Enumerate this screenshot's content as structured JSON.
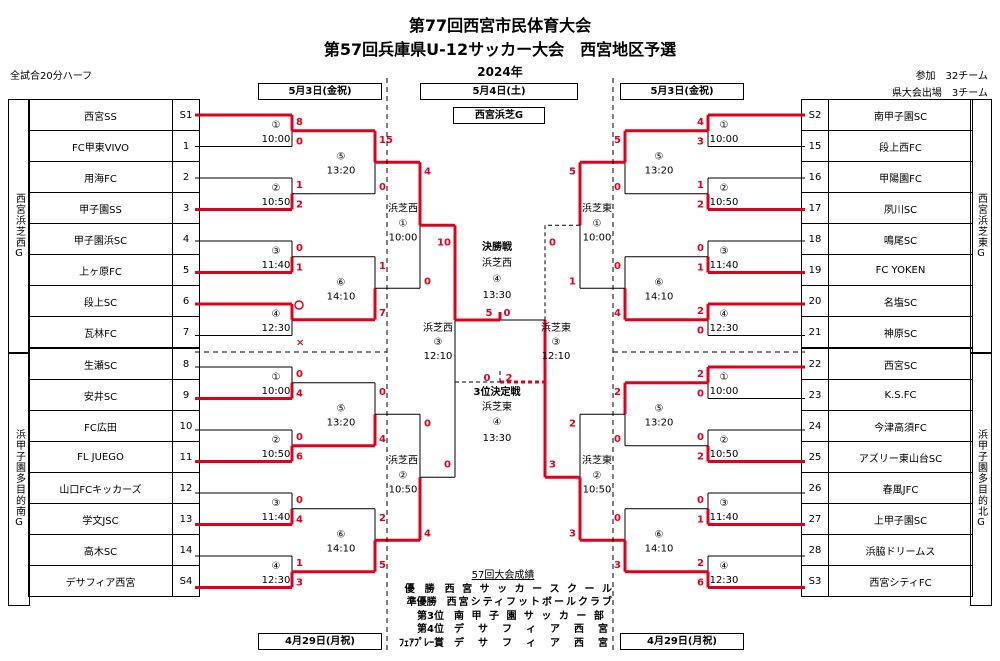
{
  "header": {
    "title1": "第77回西宮市民体育大会",
    "title2": "第57回兵庫県U-12サッカー大会　西宮地区予選",
    "year": "2024年",
    "note_left": "全試合20分ハーフ",
    "note_right1": "参加　32チーム",
    "note_right2": "県大会出場　3チーム"
  },
  "dates": {
    "top_left": "5月3日(金祝)",
    "top_center": "5月4日(土)",
    "top_right": "5月3日(金祝)",
    "bottom_left": "4月29日(月祝)",
    "bottom_right": "4月29日(月祝)"
  },
  "venue_box": "西宮浜芝G",
  "groups": {
    "left_top": "西宮浜芝西G",
    "left_bottom": "浜甲子園多目的南G",
    "right_top": "西宮浜芝東G",
    "right_bottom": "浜甲子園多目的北G"
  },
  "left_teams": [
    {
      "name": "西宮SS",
      "seed": "S1"
    },
    {
      "name": "FC甲東VIVO",
      "seed": "1"
    },
    {
      "name": "用海FC",
      "seed": "2"
    },
    {
      "name": "甲子園SS",
      "seed": "3"
    },
    {
      "name": "甲子園浜SC",
      "seed": "4"
    },
    {
      "name": "上ヶ原FC",
      "seed": "5"
    },
    {
      "name": "段上SC",
      "seed": "6"
    },
    {
      "name": "瓦林FC",
      "seed": "7"
    },
    {
      "name": "生瀬SC",
      "seed": "8"
    },
    {
      "name": "安井SC",
      "seed": "9"
    },
    {
      "name": "FC広田",
      "seed": "10"
    },
    {
      "name": "FL JUEGO",
      "seed": "11"
    },
    {
      "name": "山口FCキッカーズ",
      "seed": "12"
    },
    {
      "name": "学文JSC",
      "seed": "13"
    },
    {
      "name": "高木SC",
      "seed": "14"
    },
    {
      "name": "デサフィア西宮",
      "seed": "S4"
    }
  ],
  "right_teams": [
    {
      "name": "南甲子園SC",
      "seed": "S2"
    },
    {
      "name": "段上西FC",
      "seed": "15"
    },
    {
      "name": "甲陽園FC",
      "seed": "16"
    },
    {
      "name": "夙川SC",
      "seed": "17"
    },
    {
      "name": "鳴尾SC",
      "seed": "18"
    },
    {
      "name": "FC YOKEN",
      "seed": "19"
    },
    {
      "name": "名塩SC",
      "seed": "20"
    },
    {
      "name": "神原SC",
      "seed": "21"
    },
    {
      "name": "西宮SC",
      "seed": "22"
    },
    {
      "name": "K.S.FC",
      "seed": "23"
    },
    {
      "name": "今津高須FC",
      "seed": "24"
    },
    {
      "name": "アズリー東山台SC",
      "seed": "25"
    },
    {
      "name": "春風JFC",
      "seed": "26"
    },
    {
      "name": "上甲子園SC",
      "seed": "27"
    },
    {
      "name": "浜脇ドリームス",
      "seed": "28"
    },
    {
      "name": "西宮シティFC",
      "seed": "S3"
    }
  ],
  "bracket_labels": {
    "r1": [
      {
        "num": "①",
        "time": "10:00"
      },
      {
        "num": "②",
        "time": "10:50"
      },
      {
        "num": "③",
        "time": "11:40"
      },
      {
        "num": "④",
        "time": "12:30"
      }
    ],
    "r2": [
      {
        "num": "⑤",
        "time": "13:20"
      },
      {
        "num": "⑥",
        "time": "14:10"
      }
    ],
    "qf_left_top": {
      "venue": "浜芝西",
      "num": "①",
      "time": "10:00"
    },
    "qf_left_bot": {
      "venue": "浜芝西",
      "num": "②",
      "time": "10:50"
    },
    "qf_right_top": {
      "venue": "浜芝東",
      "num": "①",
      "time": "10:00"
    },
    "qf_right_bot": {
      "venue": "浜芝東",
      "num": "②",
      "time": "10:50"
    },
    "sf_left": {
      "venue": "浜芝西",
      "num": "③",
      "time": "12:10"
    },
    "sf_right": {
      "venue": "浜芝東",
      "num": "③",
      "time": "12:10"
    },
    "final": {
      "title": "決勝戦",
      "venue": "浜芝西",
      "num": "④",
      "time": "13:30"
    },
    "third": {
      "title": "3位決定戦",
      "venue": "浜芝東",
      "num": "④",
      "time": "13:30"
    }
  },
  "scores": {
    "left_top_r1": [
      "8",
      "0",
      "1",
      "2",
      "0",
      "1",
      "○",
      "×"
    ],
    "left_top_r2": [
      "15",
      "0",
      "1",
      "7"
    ],
    "left_top_qf": [
      "4",
      "0"
    ],
    "left_bot_r1": [
      "0",
      "4",
      "0",
      "6",
      "0",
      "4",
      "1",
      "3"
    ],
    "left_bot_r2": [
      "0",
      "4",
      "2",
      "5"
    ],
    "left_bot_qf": [
      "0",
      "4"
    ],
    "right_top_r1": [
      "4",
      "3",
      "1",
      "2",
      "0",
      "1",
      "2",
      "0"
    ],
    "right_top_r2": [
      "5",
      "0",
      "0",
      "4"
    ],
    "right_top_qf": [
      "5",
      "1"
    ],
    "right_bot_r1": [
      "2",
      "0",
      "0",
      "2",
      "0",
      "1",
      "2",
      "6"
    ],
    "right_bot_r2": [
      "2",
      "0",
      "0",
      "3"
    ],
    "right_bot_qf": [
      "2",
      "3"
    ],
    "sf_left": [
      "10",
      "0"
    ],
    "sf_right": [
      "0",
      "3"
    ],
    "final": [
      "5",
      "0"
    ],
    "third": [
      "0",
      "2"
    ]
  },
  "results": {
    "heading": "57回大会成績",
    "rows": [
      {
        "label": "優　勝",
        "value": "西 宮 サ ッ カ ー ス ク ー ル"
      },
      {
        "label": "準優勝",
        "value": "西宮シティフットボールクラブ"
      },
      {
        "label": "第3位",
        "value": "南 甲 子 園 サ ッ カ ー 部"
      },
      {
        "label": "第4位",
        "value": "デ　サ　フ　ィ　ア　西　宮"
      },
      {
        "label": "ﾌｪｱﾌﾟﾚｰ賞",
        "value": "デ　サ　フ　ィ　ア　西　宮"
      }
    ]
  },
  "colors": {
    "win": "#e0001b",
    "line": "#000000"
  }
}
